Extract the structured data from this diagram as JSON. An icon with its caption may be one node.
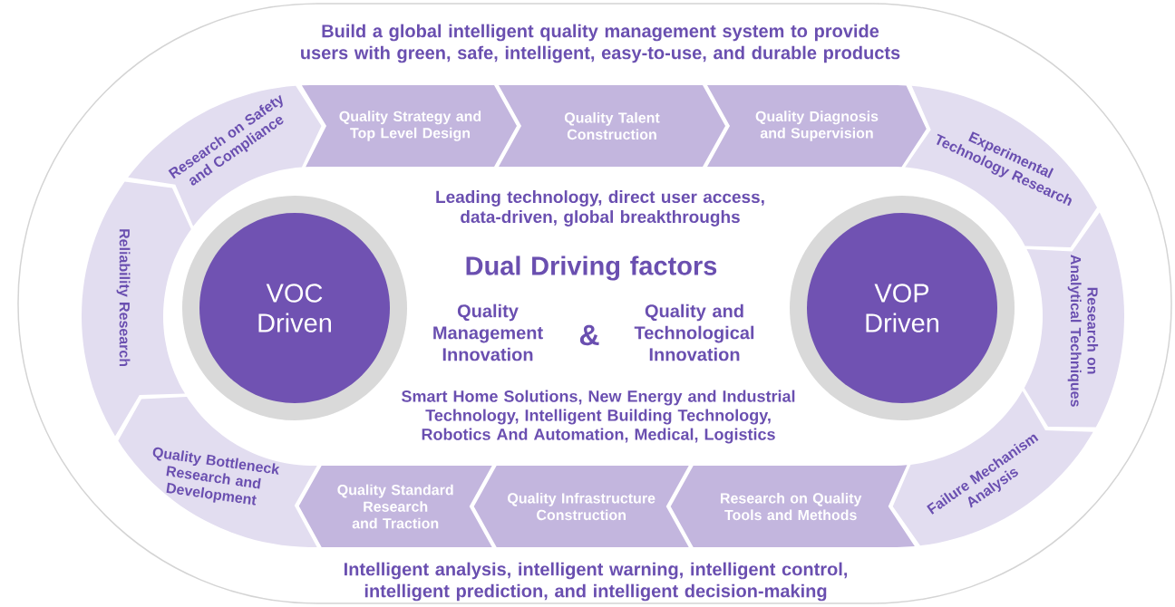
{
  "diagram": {
    "title": "Build a global intelligent quality management system to provide users with green, safe, intelligent, easy-to-use, and durable products",
    "nodes": [
      {
        "text": [
          "Research on Safety and Compliance"
        ]
      },
      {
        "text": [
          "Quality Strategy and Top Level Design"
        ]
      },
      {
        "text": [
          "Quality Talent Construction"
        ]
      },
      {
        "text": [
          "Quality Diagnosis and Supervision"
        ]
      },
      {
        "text": [
          "Experimental Technology Research"
        ]
      },
      {
        "text": [
          "Research on Analytical Techniques"
        ]
      },
      {
        "text": [
          "Failure Mechanism Analysis"
        ]
      },
      {
        "text": [
          "Research on Quality Tools and Methods"
        ]
      },
      {
        "text": [
          "Quality Infrastructure Construction"
        ]
      },
      {
        "text": [
          "Quality Standard Research and Traction"
        ]
      },
      {
        "text": [
          "Quality Bottleneck Research and Development"
        ]
      },
      {
        "text": [
          "Reliability Research"
        ]
      },
      {
        "text": [
          "VOC Driven"
        ]
      },
      {
        "text": [
          "VOP Driven"
        ]
      }
    ],
    "labels": [
      "Leading technology, direct user access, data-driven, global breakthroughs",
      "Dual Driving factors",
      "Quality Management Innovation",
      "&",
      "Quality and Technological Innovation",
      "Smart Home Solutions, New Energy and Industrial Technology, Intelligent Building Technology, Robotics And Automation, Medical, Logistics",
      "Intelligent analysis, intelligent warning, intelligent control, intelligent prediction, and intelligent decision-making"
    ]
  }
}
